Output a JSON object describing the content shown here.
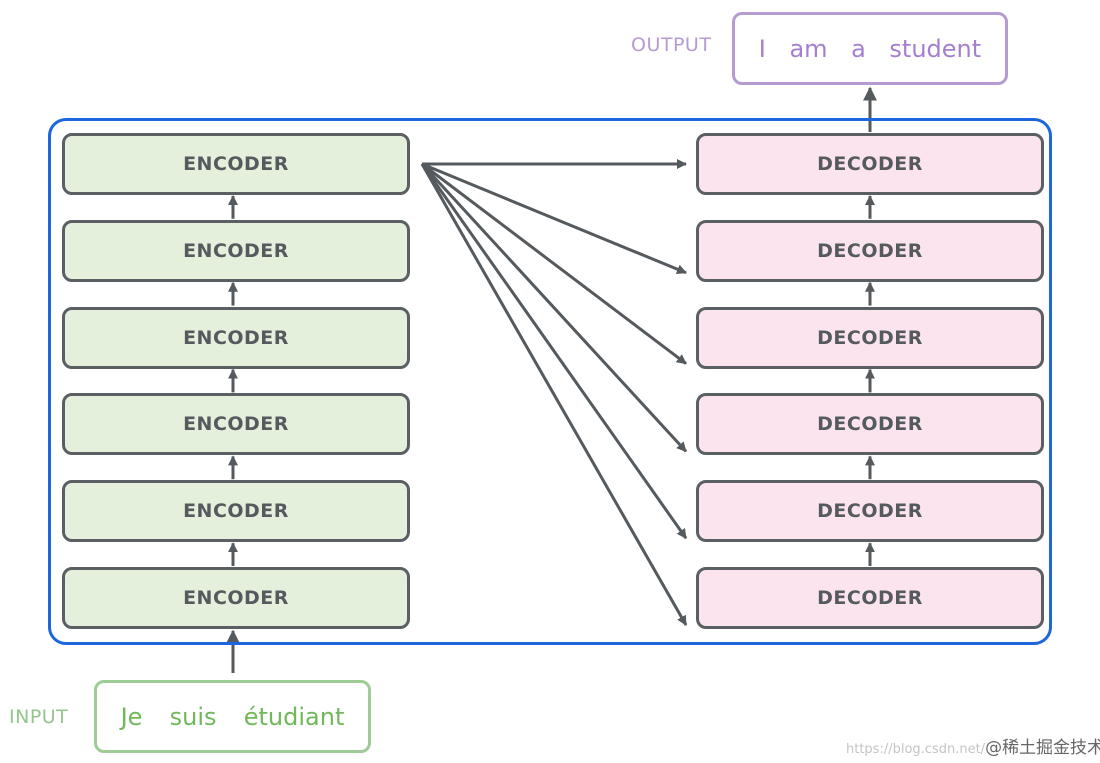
{
  "labels": {
    "output": "OUTPUT",
    "input": "INPUT"
  },
  "output_tokens": [
    "I",
    "am",
    "a",
    "student"
  ],
  "input_tokens": [
    "Je",
    "suis",
    "étudiant"
  ],
  "encoders": [
    "ENCODER",
    "ENCODER",
    "ENCODER",
    "ENCODER",
    "ENCODER",
    "ENCODER"
  ],
  "decoders": [
    "DECODER",
    "DECODER",
    "DECODER",
    "DECODER",
    "DECODER",
    "DECODER"
  ],
  "watermark": {
    "url": "https://blog.csdn.net/",
    "text": "@稀土掘金技术社区"
  },
  "colors": {
    "frame": "#1d66dd",
    "encoder_fill": "#e4f0dc",
    "decoder_fill": "#fbe4ee",
    "block_border": "#5a5f63",
    "arrow": "#555a5e",
    "output_accent": "#b69ad2",
    "input_accent": "#9ecb96"
  }
}
